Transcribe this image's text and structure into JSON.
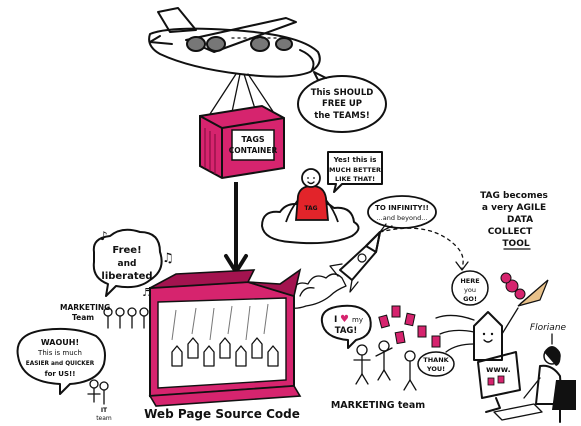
{
  "colors": {
    "magenta": "#d6246e",
    "magenta_dark": "#a3134f",
    "red": "#e2242a",
    "grey": "#b9b9b9",
    "ink": "#111111"
  },
  "container": {
    "line1": "TAGS",
    "line2": "CONTAINER"
  },
  "speech": {
    "plane_l1": "This SHOULD",
    "plane_l2": "FREE UP",
    "plane_l3": "the TEAMS!",
    "cloudman_l1": "Yes! this is",
    "cloudman_l2": "MUCH BETTER",
    "cloudman_l3": "LIKE THAT!",
    "infinity_l1": "TO INFINITY!!",
    "infinity_l2": "...and beyond...",
    "free_l1": "Free!",
    "free_l2": "and",
    "free_l3": "liberated",
    "waouh_l1": "WAOUH!",
    "waouh_l2": "This is much",
    "waouh_l3": "EASIER and QUICKER",
    "waouh_l4": "for US!!",
    "love_l1": "I",
    "love_l2": "my",
    "love_l3": "TAG!",
    "here_l1": "HERE",
    "here_l2": "you",
    "here_l3": "GO!",
    "thank_l1": "THANK",
    "thank_l2": "YOU!"
  },
  "tagline": {
    "l1": "TAG becomes",
    "l2": "a very AGILE",
    "l3": "DATA",
    "l4": "COLLECT",
    "l5": "TOOL"
  },
  "labels": {
    "marketing_team_left_l1": "MARKETING",
    "marketing_team_left_l2": "Team",
    "it_team_l1": "IT",
    "it_team_l2": "team",
    "box_caption": "Web Page Source Code",
    "marketing_team_bottom": "MARKETING team",
    "www": "www.",
    "floriane": "Floriane",
    "shirt": "TAG"
  },
  "icons": [
    "airplane-icon",
    "rocket-icon",
    "ice-cream-icon",
    "heart-icon",
    "music-note-icon",
    "cloud-icon"
  ]
}
